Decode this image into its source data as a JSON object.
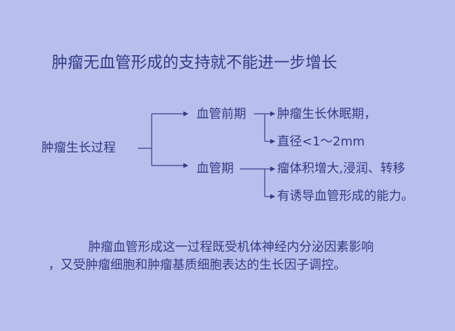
{
  "slide": {
    "title": "肿瘤无血管形成的支持就不能进一步增长",
    "diagram": {
      "root": "肿瘤生长过程",
      "branches": [
        {
          "label": "血管前期",
          "items": [
            "肿瘤生长休眠期，",
            "直径<1～2mm"
          ]
        },
        {
          "label": "血管期",
          "items": [
            "瘤体积增大,浸润、转移",
            "有诱导血管形成的能力。"
          ]
        }
      ]
    },
    "paragraph": {
      "line1": "肿瘤血管形成这一过程既受机体神经内分泌因素影响",
      "line2": "，又受肿瘤细胞和肿瘤基质细胞表达的生长因子调控。"
    },
    "colors": {
      "background": "#b8bfec",
      "text": "#353b85"
    }
  }
}
